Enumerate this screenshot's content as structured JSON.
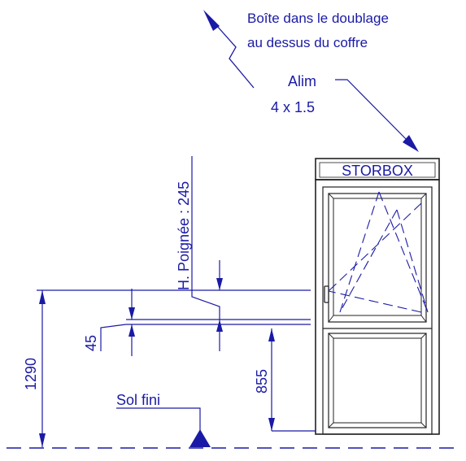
{
  "colors": {
    "annotation_blue": "#1a1aa6",
    "frame_dark": "#222222",
    "background": "#ffffff"
  },
  "labels": {
    "box_note_line1": "Boîte dans le doublage",
    "box_note_line2": "au dessus du coffre",
    "alim_line1": "Alim",
    "alim_line2": "4 x 1.5",
    "storbox": "STORBOX",
    "handle_height": "H. Poignée : 245",
    "dim_45": "45",
    "dim_1290": "1290",
    "dim_855": "855",
    "floor": "Sol fini"
  }
}
